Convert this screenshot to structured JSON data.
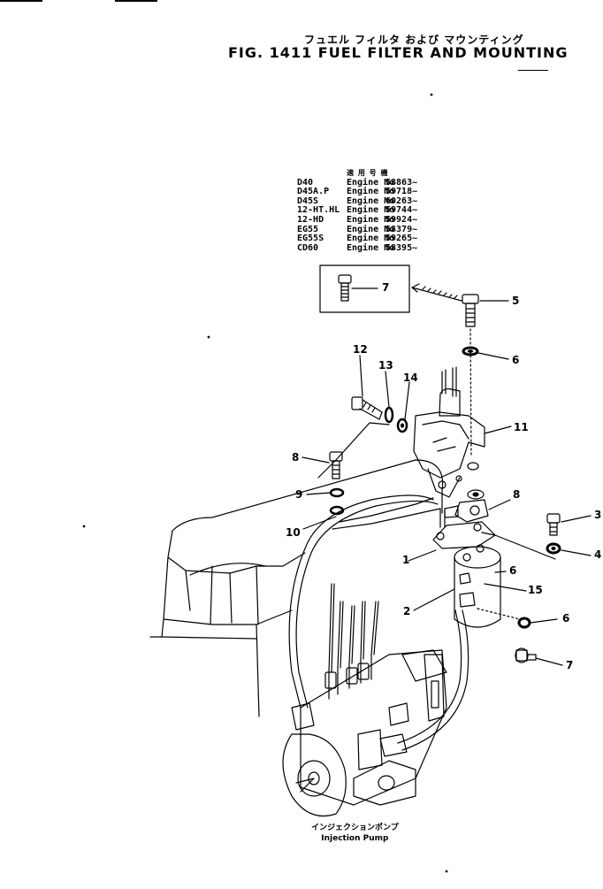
{
  "header": {
    "title_jp": "フュエル フィルタ および マウンティング",
    "title_en": "FIG. 1411  FUEL  FILTER  AND  MOUNTING"
  },
  "serial_table": {
    "header": "適 用 号 機",
    "rows": [
      {
        "model": "D40",
        "label": "Engine No",
        "serial": "58863~"
      },
      {
        "model": "D45A.P",
        "label": "Engine No",
        "serial": "59718~"
      },
      {
        "model": "D45S",
        "label": "Engine No",
        "serial": "60263~"
      },
      {
        "model": "12-HT.HL",
        "label": "Engine No",
        "serial": "59744~"
      },
      {
        "model": "12-HD",
        "label": "Engine No",
        "serial": "59924~"
      },
      {
        "model": "EG55",
        "label": "Engine No",
        "serial": "58379~"
      },
      {
        "model": "EG55S",
        "label": "Engine No",
        "serial": "59265~"
      },
      {
        "model": "CD60",
        "label": "Engine No",
        "serial": "58395~"
      }
    ]
  },
  "callouts": {
    "c7_inset": "7",
    "c5": "5",
    "c6_top": "6",
    "c12": "12",
    "c13": "13",
    "c14": "14",
    "c11": "11",
    "c8_left": "8",
    "c9": "9",
    "c10": "10",
    "c8_right": "8",
    "c3": "3",
    "c4": "4",
    "c1": "1",
    "c6_mid": "6",
    "c15": "15",
    "c2": "2",
    "c6_low": "6",
    "c7_low": "7"
  },
  "caption": {
    "jp": "インジェクションポンプ",
    "en": "Injection Pump"
  }
}
